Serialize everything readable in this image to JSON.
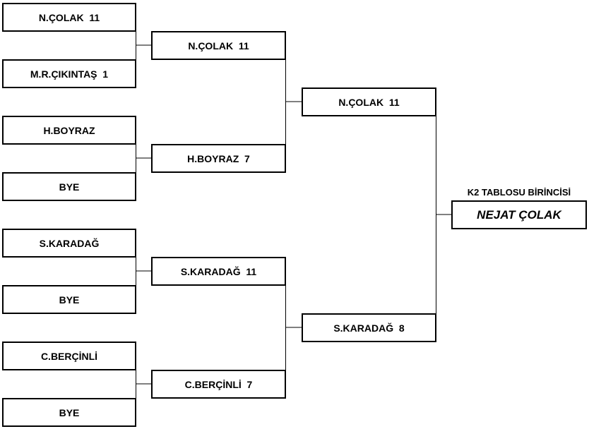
{
  "round1": [
    {
      "label": "N.ÇOLAK  11"
    },
    {
      "label": "M.R.ÇIKINTAŞ  1"
    },
    {
      "label": "H.BOYRAZ"
    },
    {
      "label": "BYE"
    },
    {
      "label": "S.KARADAĞ"
    },
    {
      "label": "BYE"
    },
    {
      "label": "C.BERÇİNLİ"
    },
    {
      "label": "BYE"
    }
  ],
  "round2": [
    {
      "label": "N.ÇOLAK  11"
    },
    {
      "label": "H.BOYRAZ  7"
    },
    {
      "label": "S.KARADAĞ  11"
    },
    {
      "label": "C.BERÇİNLİ  7"
    }
  ],
  "round3": [
    {
      "label": "N.ÇOLAK  11"
    },
    {
      "label": "S.KARADAĞ  8"
    }
  ],
  "champion": {
    "title": "K2 TABLOSU BİRİNCİSİ",
    "name": "NEJAT ÇOLAK"
  }
}
